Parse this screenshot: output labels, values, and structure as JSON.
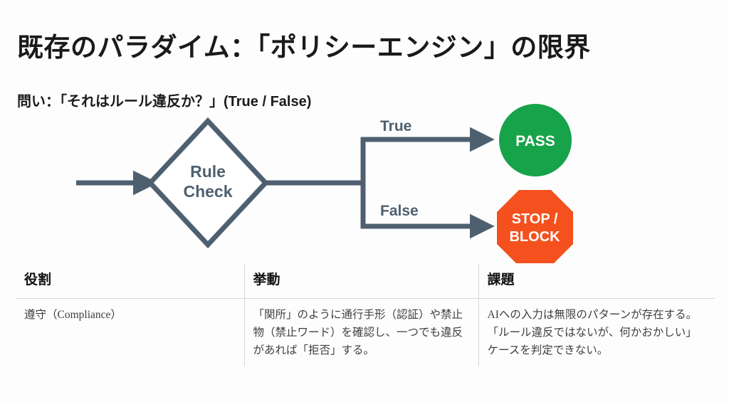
{
  "slide": {
    "title": "既存のパラダイム：「ポリシーエンジン」の限界",
    "subtitle": "問い：「それはルール違反か？」(True / False)"
  },
  "diagram": {
    "decision_line1": "Rule",
    "decision_line2": "Check",
    "branch_true": "True",
    "branch_false": "False",
    "pass_label": "PASS",
    "block_line1": "STOP /",
    "block_line2": "BLOCK",
    "colors": {
      "line": "#4e6070",
      "pass": "#16a34a",
      "block": "#f4511e",
      "label": "#4e6070"
    }
  },
  "table": {
    "headers": [
      "役割",
      "挙動",
      "課題"
    ],
    "rows": [
      {
        "role": "遵守（Compliance）",
        "behavior": "「関所」のように通行手形（認証）や禁止物（禁止ワード）を確認し、一つでも違反があれば「拒否」する。",
        "issue": "AIへの入力は無限のパターンが存在する。「ルール違反ではないが、何かおかしい」ケースを判定できない。"
      }
    ]
  }
}
